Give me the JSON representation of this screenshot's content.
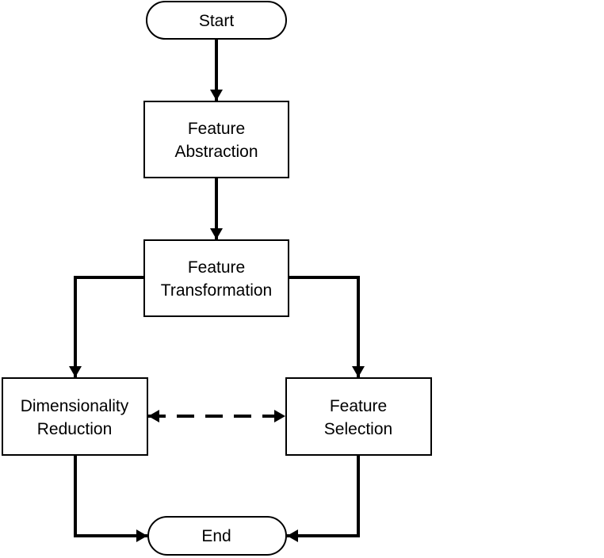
{
  "diagram": {
    "nodes": {
      "start": {
        "line1": "Start"
      },
      "abstraction": {
        "line1": "Feature",
        "line2": "Abstraction"
      },
      "transformation": {
        "line1": "Feature",
        "line2": "Transformation"
      },
      "reduction": {
        "line1": "Dimensionality",
        "line2": "Reduction"
      },
      "selection": {
        "line1": "Feature",
        "line2": "Selection"
      },
      "end": {
        "line1": "End"
      }
    },
    "colors": {
      "stroke": "#000000",
      "fill": "#ffffff",
      "text": "#000000"
    }
  }
}
